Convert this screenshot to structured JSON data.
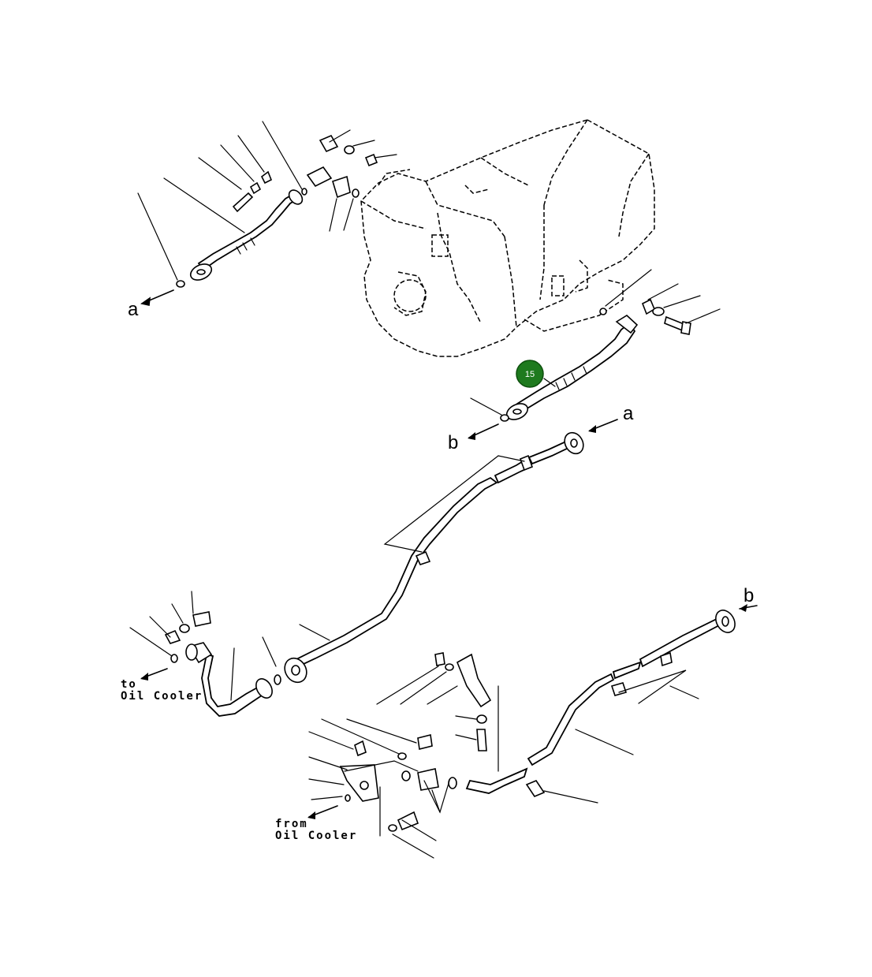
{
  "labels": {
    "a_upper": "a",
    "b_upper": "b",
    "a_mid": "a",
    "b_right": "b"
  },
  "notes": {
    "to_oil_cooler_line1": "to",
    "to_oil_cooler_line2": "Oil Cooler",
    "from_oil_cooler_line1": "from",
    "from_oil_cooler_line2": "Oil Cooler"
  },
  "callout": {
    "number": "15",
    "color": "#1e7a1e"
  }
}
